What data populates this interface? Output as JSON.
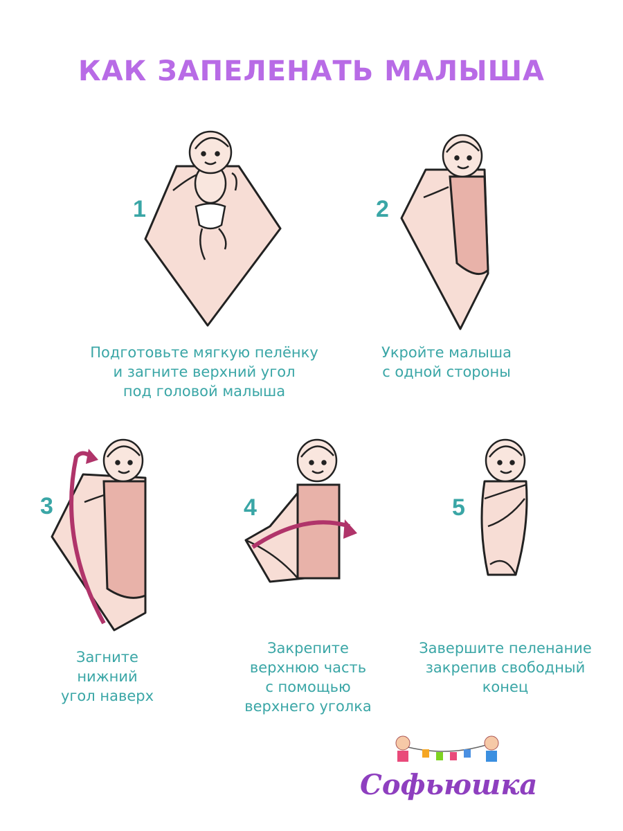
{
  "title": "КАК ЗАПЕЛЕНАТЬ МАЛЫША",
  "colors": {
    "title": "#b86be6",
    "accent": "#3aa6a6",
    "fabric": "#f7ddd5",
    "fabric_dark": "#e8b2a9",
    "arrow": "#b0346a",
    "logo": "#8e3fbf"
  },
  "steps": [
    {
      "number": "1",
      "caption": "Подготовьте  мягкую пелёнку\nи загните верхний угол\nпод головой малыша"
    },
    {
      "number": "2",
      "caption": "Укройте малыша\nс одной стороны"
    },
    {
      "number": "3",
      "caption": "Загните\nнижний\nугол наверх"
    },
    {
      "number": "4",
      "caption": "Закрепите\nверхнюю часть\nс помощью\nверхнего уголка"
    },
    {
      "number": "5",
      "caption": "Завершите пеленание\nзакрепив свободный\nконец"
    }
  ],
  "logo": {
    "text": "Софьюшка"
  },
  "icons": [
    "baby-illustration",
    "blanket-illustration",
    "fold-arrow-icon",
    "logo-kids-icon"
  ]
}
